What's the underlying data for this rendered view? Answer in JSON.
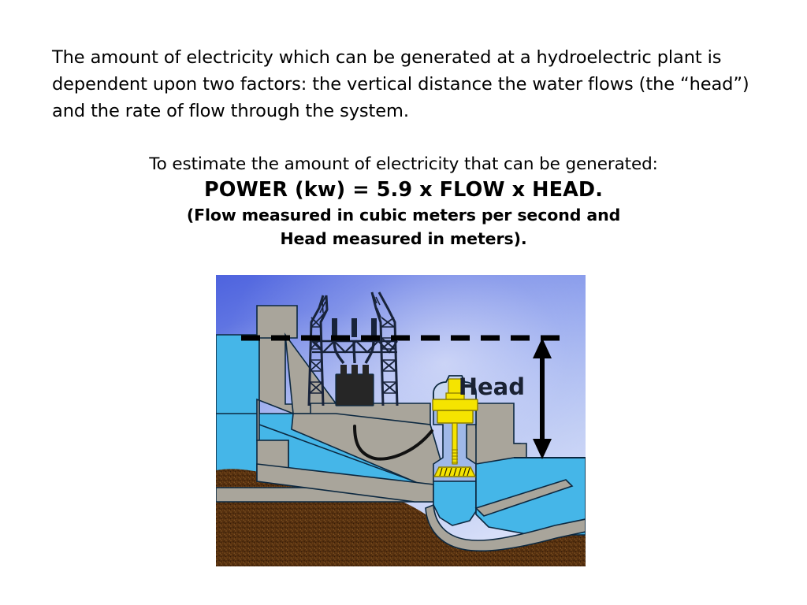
{
  "slide": {
    "background_color": "#ffffff",
    "intro_paragraph": "The amount of electricity which can be generated at a hydroelectric plant is dependent upon two factors: the vertical distance the water flows (the “head”) and the rate of flow through the system.",
    "formula": {
      "lead_in": "To estimate the amount of electricity that can be generated:",
      "equation": "POWER (kw) = 5.9 x FLOW x HEAD.",
      "note_line_1": "(Flow measured in cubic meters per second and",
      "note_line_2": "Head measured in meters)."
    }
  },
  "diagram": {
    "title": "hydroelectric-dam-cross-section",
    "labels": {
      "head": "Head"
    },
    "colors": {
      "sky_top": "#5a6fe0",
      "sky_bottom": "#cfd9f5",
      "water": "#45b6e8",
      "concrete": "#a9a59b",
      "soil": "#5a3412",
      "turbine_yellow": "#f5e400",
      "transformer": "#262626",
      "outline": "#0c2840",
      "label_text": "#1a2233"
    },
    "parts": [
      "sky",
      "reservoir-water",
      "dam-wall",
      "powerhouse",
      "transmission-tower-left",
      "transmission-tower-right",
      "busbar-insulators",
      "transformer-box",
      "power-cable",
      "penstock",
      "turbine-generator",
      "turbine-shaft",
      "turbine-runner",
      "draft-tube",
      "tailrace-water",
      "spillway-deck",
      "ground-soil",
      "water-level-dashed-line",
      "head-arrow"
    ]
  }
}
